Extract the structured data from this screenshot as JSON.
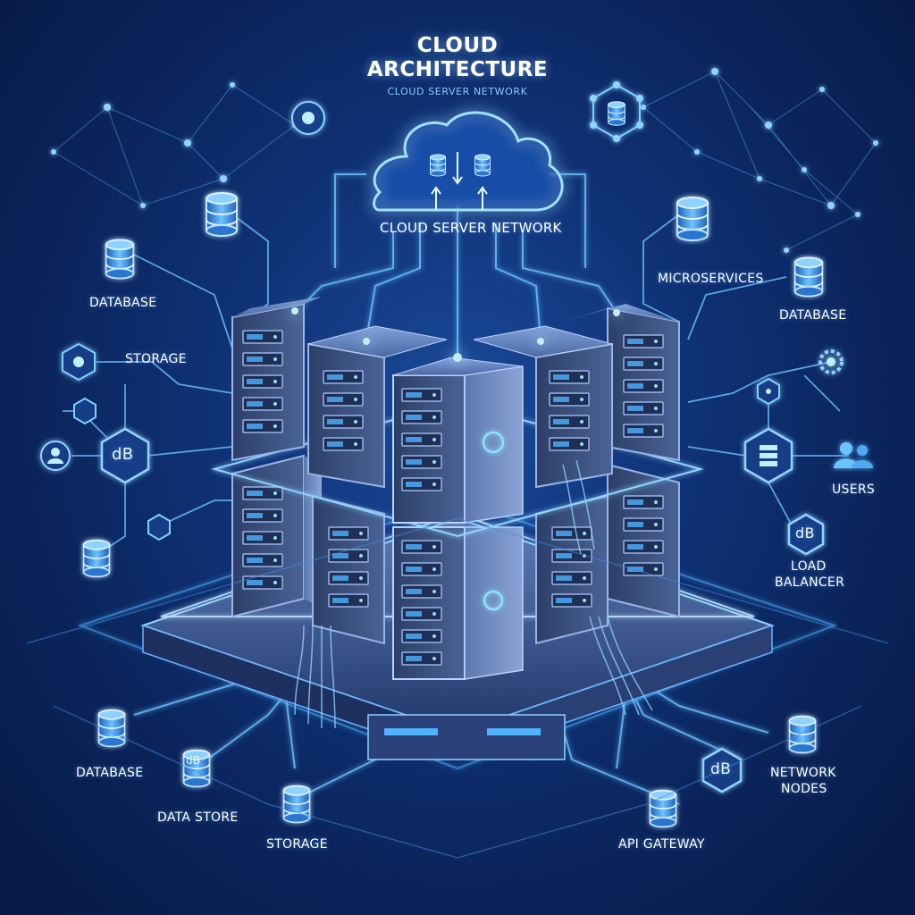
{
  "title": {
    "line1": "CLOUD",
    "line2": "ARCHITECTURE",
    "subtitle": "CLOUD SERVER NETWORK"
  },
  "center_label": "CLOUD SERVER NETWORK",
  "labels": {
    "database_left": "DATABASE",
    "storage_left": "STORAGE",
    "microservices": "MICROSERVICES",
    "database_right": "DATABASE",
    "users": "USERS",
    "load_balancer_line1": "LOAD",
    "load_balancer_line2": "BALANCER",
    "database_bottom": "DATABASE",
    "data_store": "DATA STORE",
    "storage_bottom": "STORAGE",
    "api_gateway": "API GATEWAY",
    "network_nodes_line1": "NETWORK",
    "network_nodes_line2": "NODES"
  },
  "icon_text": {
    "db_badge": "dB"
  },
  "icons": [
    "cloud-icon",
    "database-icon",
    "hexagon-node-icon",
    "gear-icon",
    "user-icon",
    "users-icon",
    "server-rack-icon",
    "network-mesh-icon"
  ],
  "colors": {
    "background": "#0f3175",
    "glow": "#4fb3ff",
    "line": "#6cc4ff",
    "server_face": "#3a4f7a",
    "text": "#ffffff"
  }
}
